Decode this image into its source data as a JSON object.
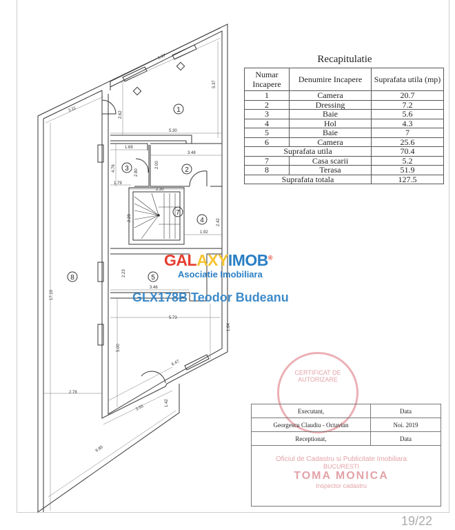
{
  "recap": {
    "title": "Recapitulatie",
    "headers": [
      "Numar Incapere",
      "Denumire Incapere",
      "Suprafata utila (mp)"
    ],
    "rows": [
      {
        "nr": "1",
        "name": "Camera",
        "area": "20.7"
      },
      {
        "nr": "2",
        "name": "Dressing",
        "area": "7.2"
      },
      {
        "nr": "3",
        "name": "Baie",
        "area": "5.6"
      },
      {
        "nr": "4",
        "name": "Hol",
        "area": "4.3"
      },
      {
        "nr": "5",
        "name": "Baie",
        "area": "7"
      },
      {
        "nr": "6",
        "name": "Camera",
        "area": "25.6"
      }
    ],
    "subtotal_label": "Suprafata utila",
    "subtotal_value": "70.4",
    "extra_rows": [
      {
        "nr": "7",
        "name": "Casa scarii",
        "area": "5.2"
      },
      {
        "nr": "8",
        "name": "Terasa",
        "area": "51.9"
      }
    ],
    "total_label": "Suprafata totala",
    "total_value": "127.5"
  },
  "signature": {
    "executant_label": "Executant,",
    "date_label": "Data",
    "executant_name": "Georgescu Claudiu - Octavian",
    "executant_date": "Noi. 2019",
    "receptionat_label": "Receptionat,",
    "receptionat_date_label": "Data"
  },
  "stamp": {
    "text": "CERTIFICAT DE AUTORIZARE"
  },
  "office_stamp": {
    "line1": "Oficiul de Cadastru si Publicitate Imobiliara",
    "line2": "BUCURESTI",
    "line3": "TOMA MONICA",
    "line4": "Inspector cadastru"
  },
  "watermark": {
    "logo_part1": "GAL",
    "logo_part2": "AXY",
    "logo_part3": "IMOB",
    "registered": "®",
    "subtitle": "Asociatie Imobiliara",
    "listing": "GLX178B Teodor Budeanu"
  },
  "plan": {
    "rooms": [
      "1",
      "2",
      "3",
      "4",
      "5",
      "7",
      "8"
    ],
    "dimensions": {
      "d597": "5.97",
      "d537": "5.37",
      "d311": "3.11",
      "d262": "2.62",
      "d530": "5.30",
      "d169": "1.69",
      "d348": "3.48",
      "d476": "4.76",
      "d200": "2.00",
      "d280": "2.80",
      "d179": "1.79",
      "d230": "2.30",
      "d228": "2.28",
      "d192": "1.92",
      "d242": "2.42",
      "d1710": "17.10",
      "d223": "2.23",
      "d346": "3.46",
      "d573": "5.73",
      "d164": "1.64",
      "d500": "5.00",
      "d647": "6.47",
      "d278": "2.78",
      "d355": "3.55",
      "d142": "1.42",
      "d685": "6.85"
    }
  },
  "pagination": "19/22"
}
